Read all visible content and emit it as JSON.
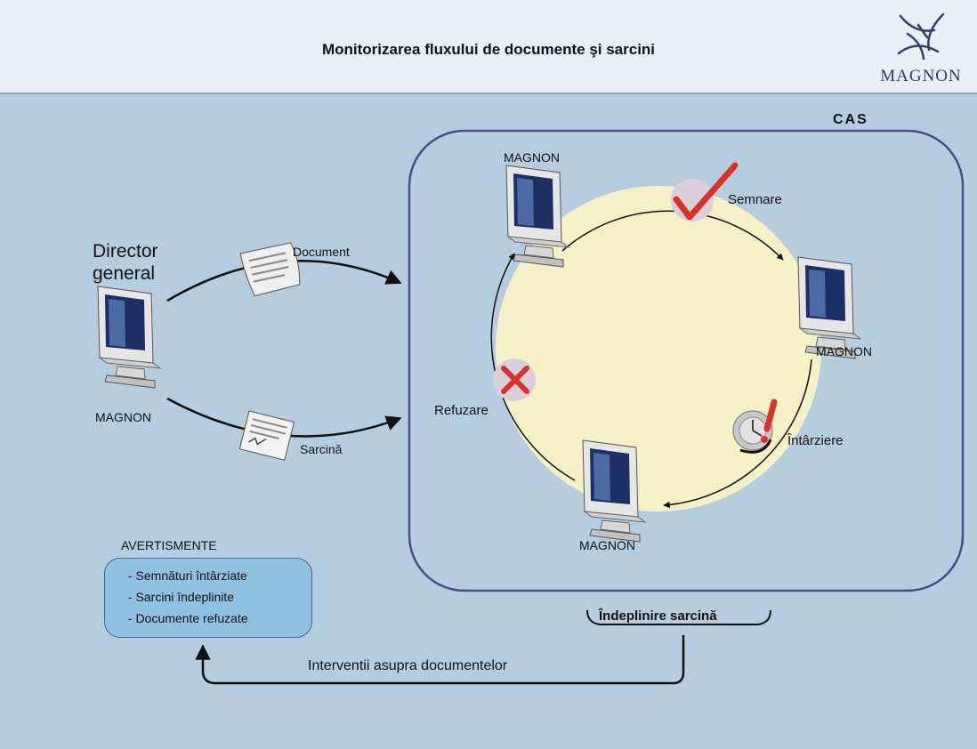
{
  "header": {
    "title": "Monitorizarea fluxului de documente şi sarcini",
    "logo_text": "MAGNON"
  },
  "colors": {
    "background": "#b6cde0",
    "header_bg": "#e8eff5",
    "cas_circle": "#f5f0c6",
    "cas_border": "#4a4a86",
    "warning_box": "#8fc1e2",
    "check": "#d8332a"
  },
  "sender": {
    "title_line1": "Director",
    "title_line2": "general",
    "computer_label": "MAGNON",
    "document_label": "Document",
    "task_label": "Sarcină"
  },
  "cas": {
    "title": "CAS",
    "nodes": {
      "top": "MAGNON",
      "right": "MAGNON",
      "bottom": "MAGNON"
    },
    "steps": {
      "sign": "Semnare",
      "delay": "Întârziere",
      "refuse": "Refuzare"
    }
  },
  "completion_label": "Îndeplinire sarcină",
  "warnings": {
    "title": "AVERTISMENTE",
    "items": [
      "- Semnături întârziate",
      "- Sarcini îndeplinite",
      "- Documente refuzate"
    ]
  },
  "intervention_label": "Interventii asupra documentelor"
}
